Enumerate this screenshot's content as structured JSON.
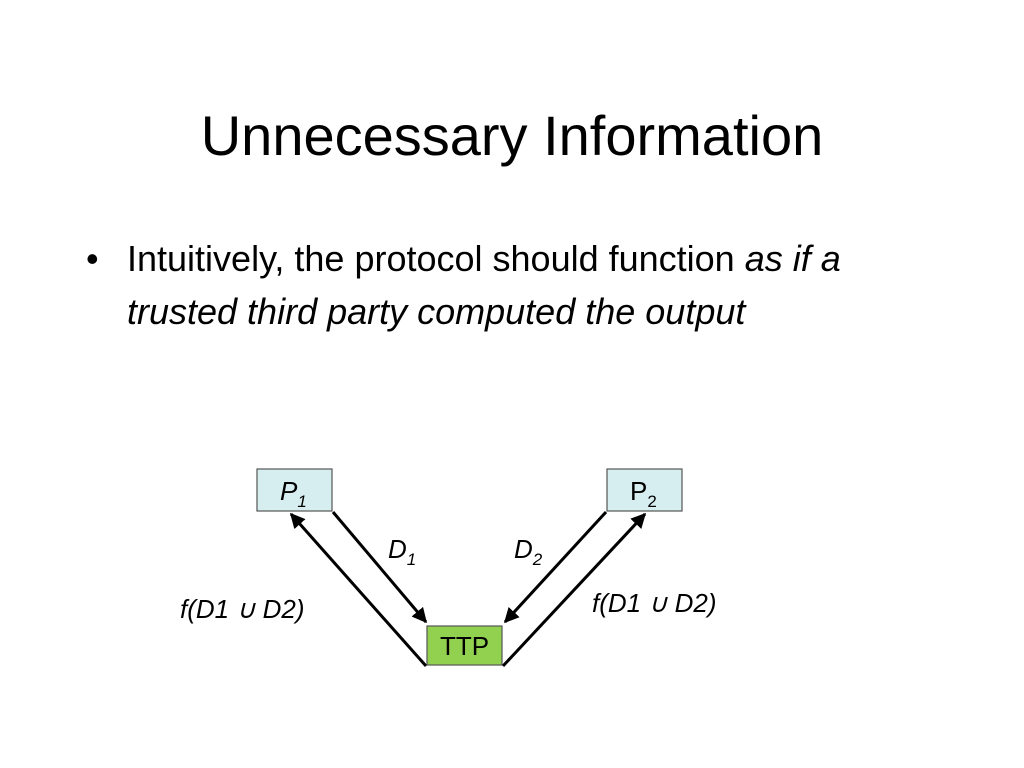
{
  "slide": {
    "title": "Unnecessary Information",
    "bullet_marker": "•",
    "bullet_text_plain": "Intuitively, the protocol should function ",
    "bullet_text_italic": "as if a trusted third party computed the output"
  },
  "diagram": {
    "nodes": {
      "p1": {
        "label": "P",
        "subscript": "1",
        "fill": "#d7eef0"
      },
      "p2": {
        "label": "P",
        "subscript": "2",
        "fill": "#d7eef0"
      },
      "ttp": {
        "label": "TTP",
        "fill": "#92d050"
      }
    },
    "edge_labels": {
      "d1": {
        "label": "D",
        "subscript": "1"
      },
      "d2": {
        "label": "D",
        "subscript": "2"
      },
      "out_left": "f(D1 ∪ D2)",
      "out_right": "f(D1 ∪ D2)"
    }
  }
}
